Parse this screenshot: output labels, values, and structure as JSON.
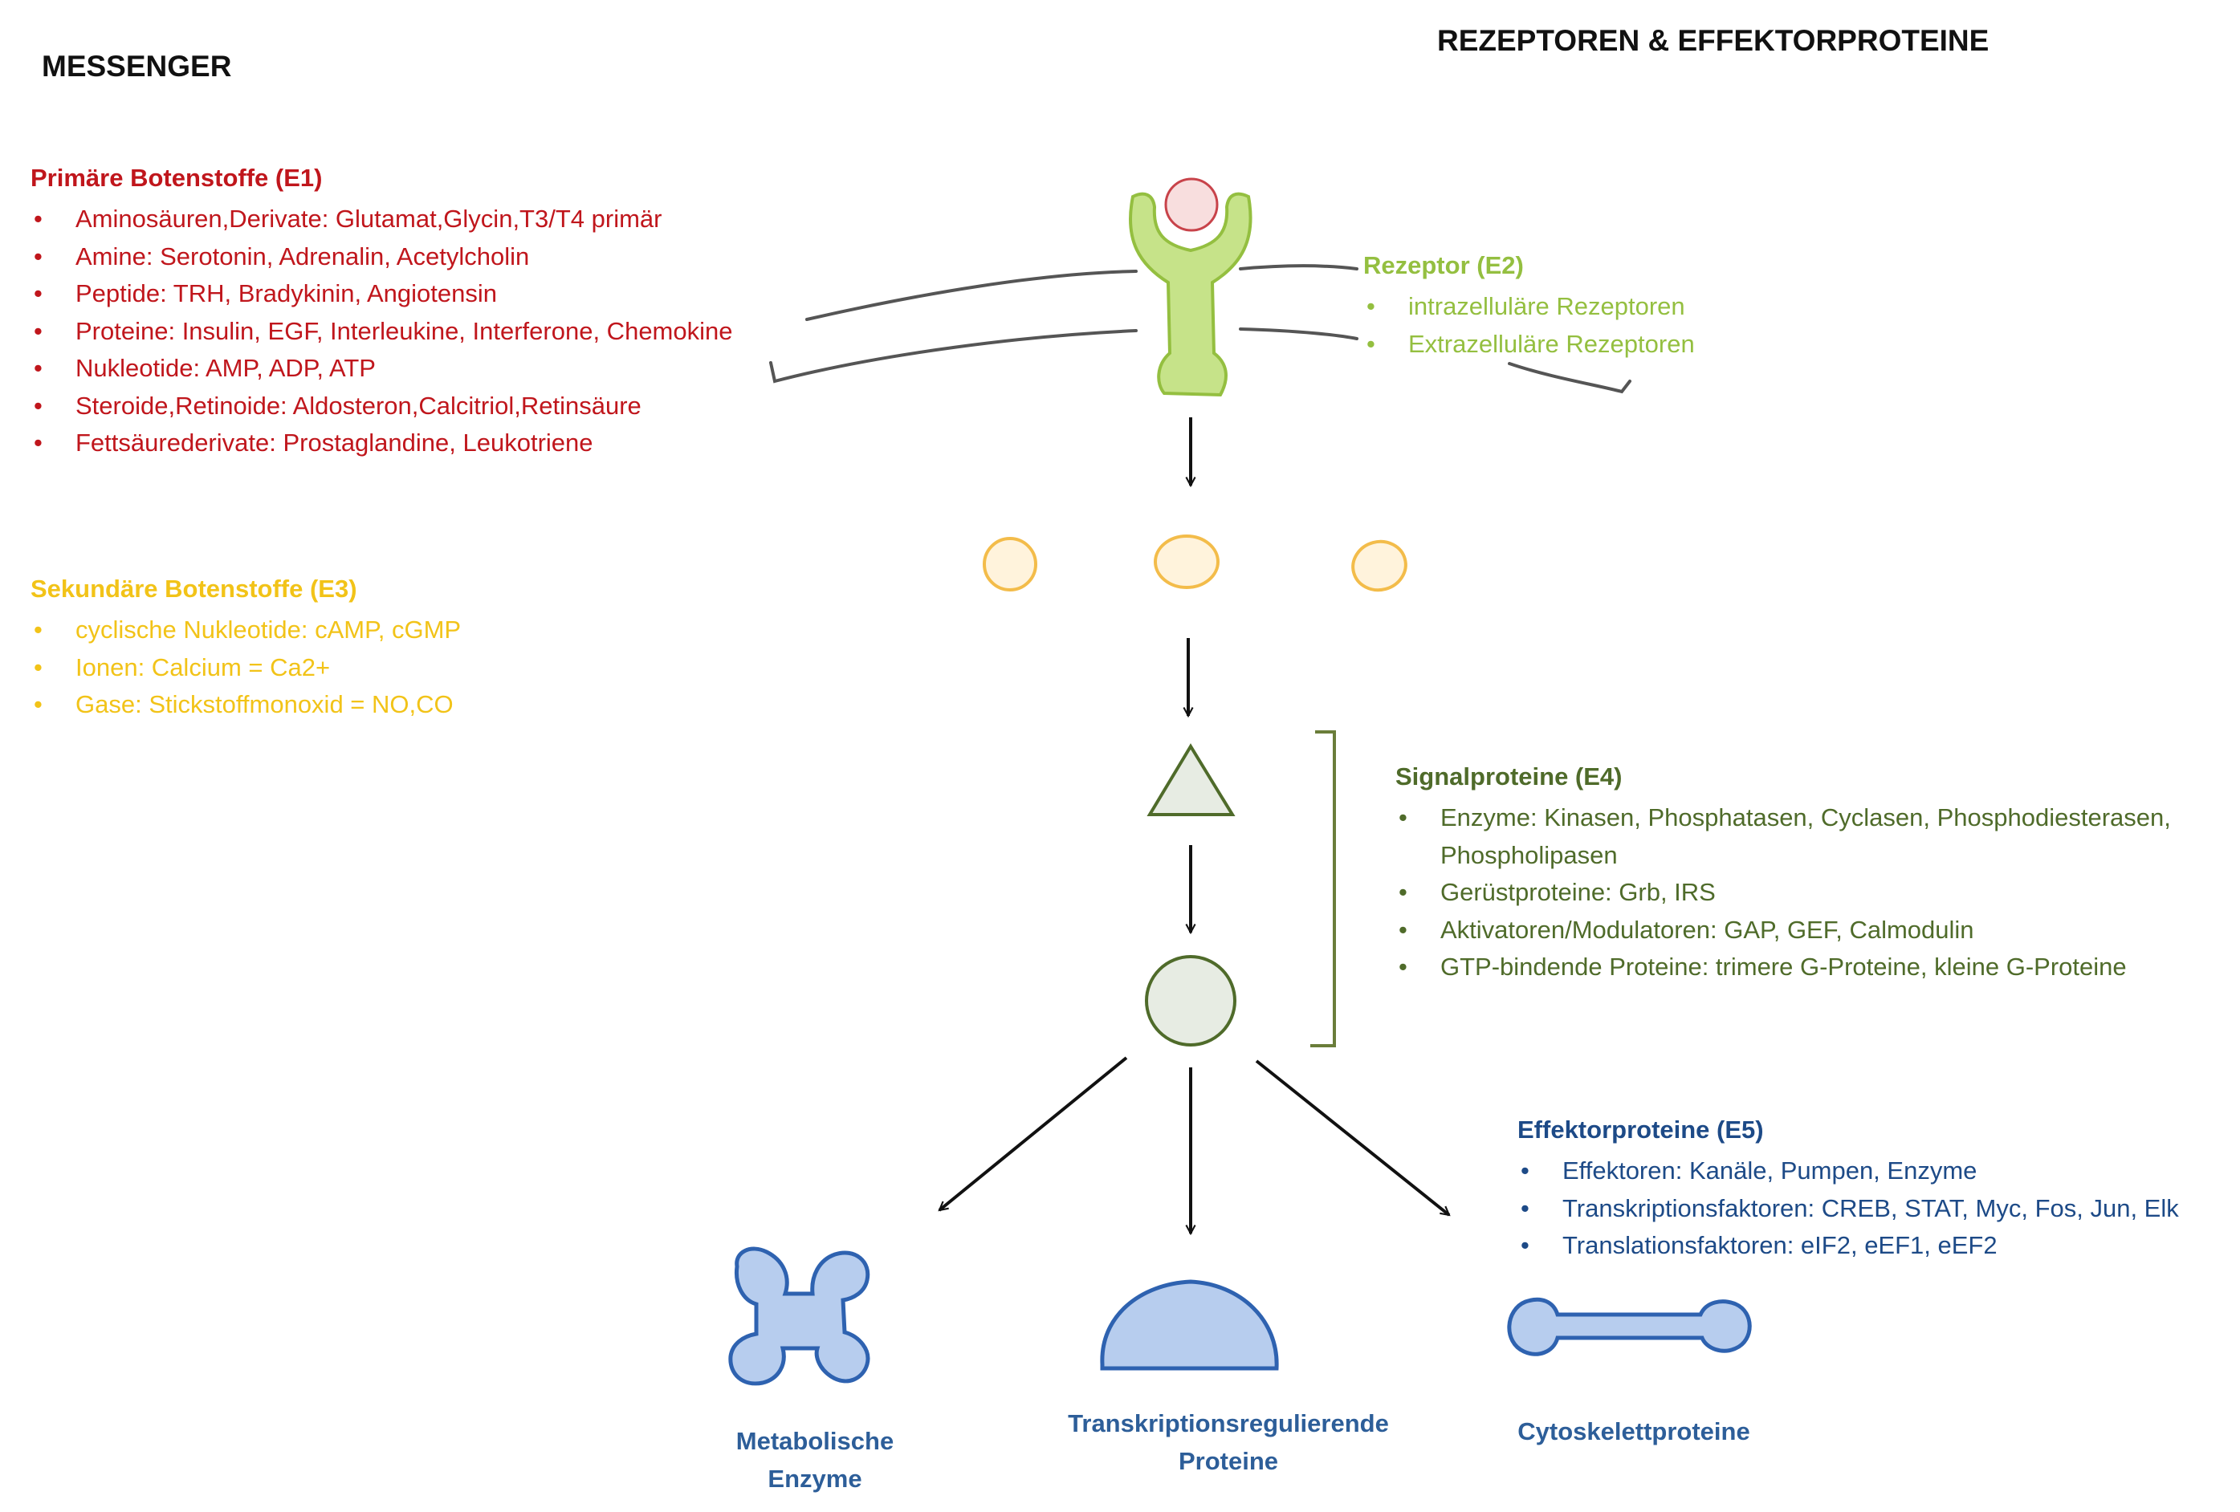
{
  "headings": {
    "messenger": "MESSENGER",
    "receptors": "REZEPTOREN & EFFEKTORPROTEINE"
  },
  "primary": {
    "title": "Primäre Botenstoffe (E1)",
    "items": [
      "Aminosäuren,Derivate: Glutamat,Glycin,T3/T4 primär",
      "Amine: Serotonin, Adrenalin, Acetylcholin",
      "Peptide: TRH, Bradykinin, Angiotensin",
      "Proteine: Insulin, EGF, Interleukine, Interferone, Chemokine",
      "Nukleotide: AMP, ADP, ATP",
      "Steroide,Retinoide: Aldosteron,Calcitriol,Retinsäure",
      "Fettsäurederivate: Prostaglandine, Leukotriene"
    ]
  },
  "secondary": {
    "title": "Sekundäre Botenstoffe (E3)",
    "items": [
      "cyclische Nukleotide: cAMP, cGMP",
      "Ionen: Calcium = Ca2+",
      "Gase: Stickstoffmonoxid = NO,CO"
    ]
  },
  "receptor": {
    "title": "Rezeptor (E2)",
    "items": [
      "intrazelluläre Rezeptoren",
      "Extrazelluläre Rezeptoren"
    ]
  },
  "signal": {
    "title": "Signalproteine (E4)",
    "items": [
      "Enzyme: Kinasen, Phosphatasen, Cyclasen, Phosphodiesterasen, Phospholipasen",
      "Gerüstproteine: Grb, IRS",
      "Aktivatoren/Modulatoren: GAP, GEF, Calmodulin",
      "GTP-bindende Proteine: trimere G-Proteine, kleine G-Proteine"
    ]
  },
  "effector": {
    "title": "Effektorproteine (E5)",
    "items": [
      "Effektoren: Kanäle, Pumpen, Enzyme",
      "Transkriptionsfaktoren: CREB, STAT, Myc, Fos, Jun, Elk",
      "Translationsfaktoren: eIF2, eEF1, eEF2"
    ]
  },
  "captions": {
    "metabolic_line1": "Metabolische",
    "metabolic_line2": "Enzyme",
    "transcription_line1": "Transkriptionsregulierende",
    "transcription_line2": "Proteine",
    "cytoskeleton": "Cytoskelettproteine"
  },
  "colors": {
    "primary": "#c0161c",
    "secondary": "#f2c318",
    "receptor": "#94bf40",
    "signal": "#4f6b2a",
    "effector": "#1d4a87",
    "shape_fill_blue": "#b7cdee",
    "shape_stroke_blue": "#2e62b0"
  }
}
